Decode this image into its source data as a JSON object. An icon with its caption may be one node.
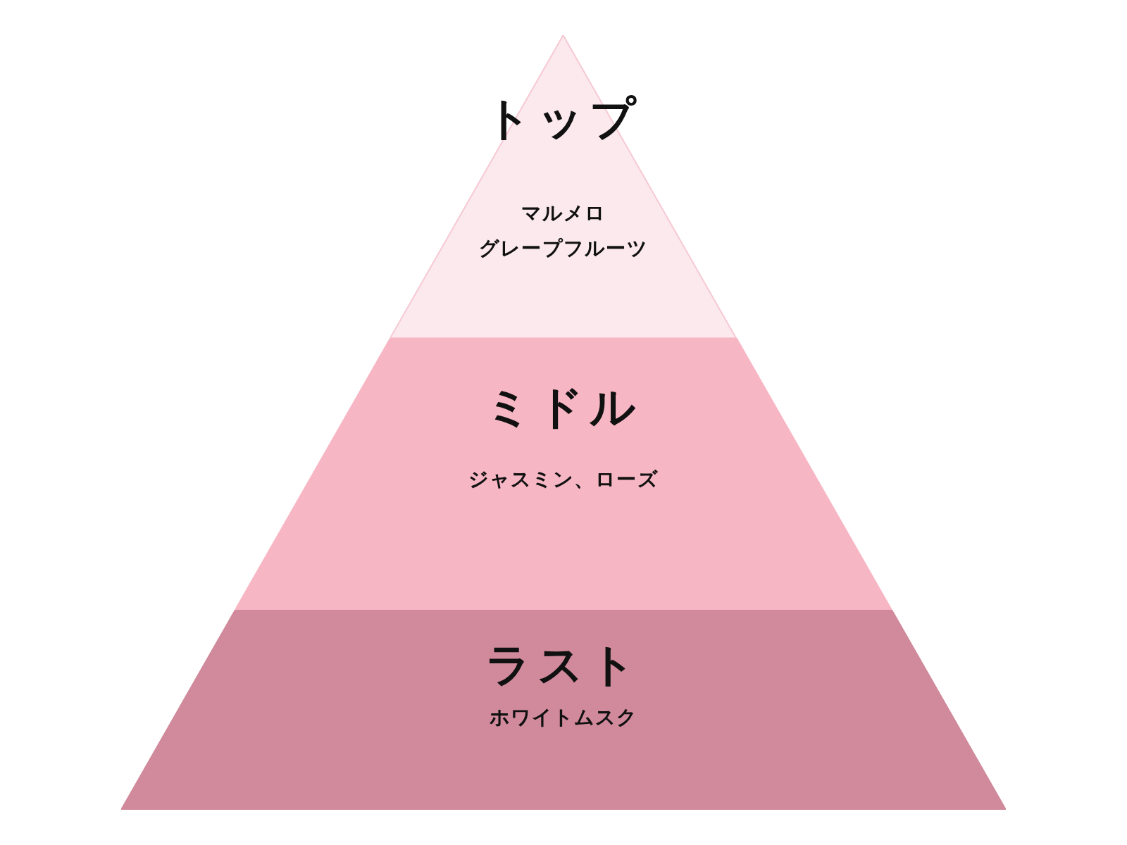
{
  "diagram": {
    "nodes": [
      {
        "text": [
          "トップ",
          "マルメロ",
          "グレープフルーツ"
        ]
      },
      {
        "text": [
          "ミドル",
          "ジャスミン、ローズ"
        ]
      },
      {
        "text": [
          "ラスト",
          "ホワイトムスク"
        ]
      }
    ],
    "edges": []
  }
}
